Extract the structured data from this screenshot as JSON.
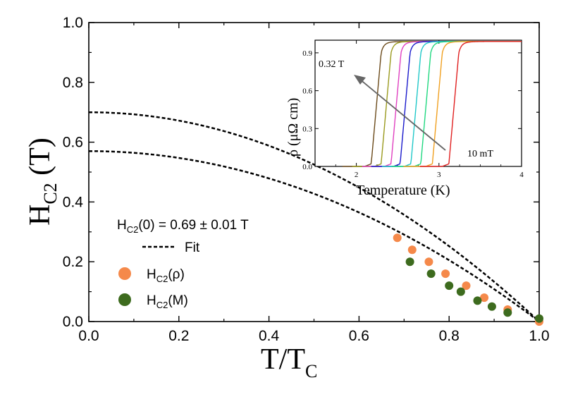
{
  "chart_data": [
    {
      "type": "scatter",
      "xlabel_main": "T/T",
      "xlabel_sub": "C",
      "ylabel_main": "H",
      "ylabel_sub": "C2",
      "ylabel_unit": " (T)",
      "xlim": [
        0.0,
        1.0
      ],
      "ylim": [
        0.0,
        1.0
      ],
      "xticks": [
        "0.0",
        "0.2",
        "0.4",
        "0.6",
        "0.8",
        "1.0"
      ],
      "yticks": [
        "0.0",
        "0.2",
        "0.4",
        "0.6",
        "0.8",
        "1.0"
      ],
      "annotation": {
        "prefix": "H",
        "sub": "C2",
        "suffix": "(0) = 0.69 ± 0.01 T"
      },
      "legend": [
        {
          "kind": "line",
          "label": "Fit"
        },
        {
          "kind": "marker",
          "color": "#f5894a",
          "label_main": "H",
          "label_sub": "C2",
          "label_suffix": "(ρ)"
        },
        {
          "kind": "marker",
          "color": "#3d6b1e",
          "label_main": "H",
          "label_sub": "C2",
          "label_suffix": "(M)"
        }
      ],
      "series": [
        {
          "name": "HC2(ρ)",
          "color": "#f5894a",
          "x": [
            0.685,
            0.718,
            0.755,
            0.792,
            0.838,
            0.878,
            0.93,
            1.0
          ],
          "y": [
            0.28,
            0.24,
            0.2,
            0.16,
            0.12,
            0.08,
            0.04,
            0.0
          ]
        },
        {
          "name": "HC2(M)",
          "color": "#3d6b1e",
          "x": [
            0.713,
            0.76,
            0.8,
            0.826,
            0.863,
            0.895,
            0.93,
            1.0
          ],
          "y": [
            0.2,
            0.16,
            0.12,
            0.1,
            0.07,
            0.05,
            0.03,
            0.01
          ]
        }
      ],
      "fits": [
        {
          "name": "Fit",
          "h0": 0.7
        },
        {
          "name": "Fit",
          "h0": 0.57
        }
      ]
    },
    {
      "type": "line",
      "xlabel": "Temperature (K)",
      "ylabel": "ρ (μΩ cm)",
      "xlim": [
        1.5,
        4.0
      ],
      "ylim": [
        0.0,
        1.0
      ],
      "xticks": [
        2,
        3,
        4
      ],
      "yticks": [
        "0.0",
        "0.3",
        "0.6",
        "0.9"
      ],
      "annotations": [
        "0.32 T",
        "10 mT"
      ],
      "series": [
        {
          "color": "#6b4a1a",
          "tc": 2.18
        },
        {
          "color": "#9a9a1e",
          "tc": 2.3
        },
        {
          "color": "#e040c0",
          "tc": 2.42
        },
        {
          "color": "#1a1acc",
          "tc": 2.53
        },
        {
          "color": "#20c8c8",
          "tc": 2.66
        },
        {
          "color": "#20d880",
          "tc": 2.78
        },
        {
          "color": "#f0a020",
          "tc": 2.92
        },
        {
          "color": "#e02020",
          "tc": 3.12
        }
      ]
    }
  ]
}
